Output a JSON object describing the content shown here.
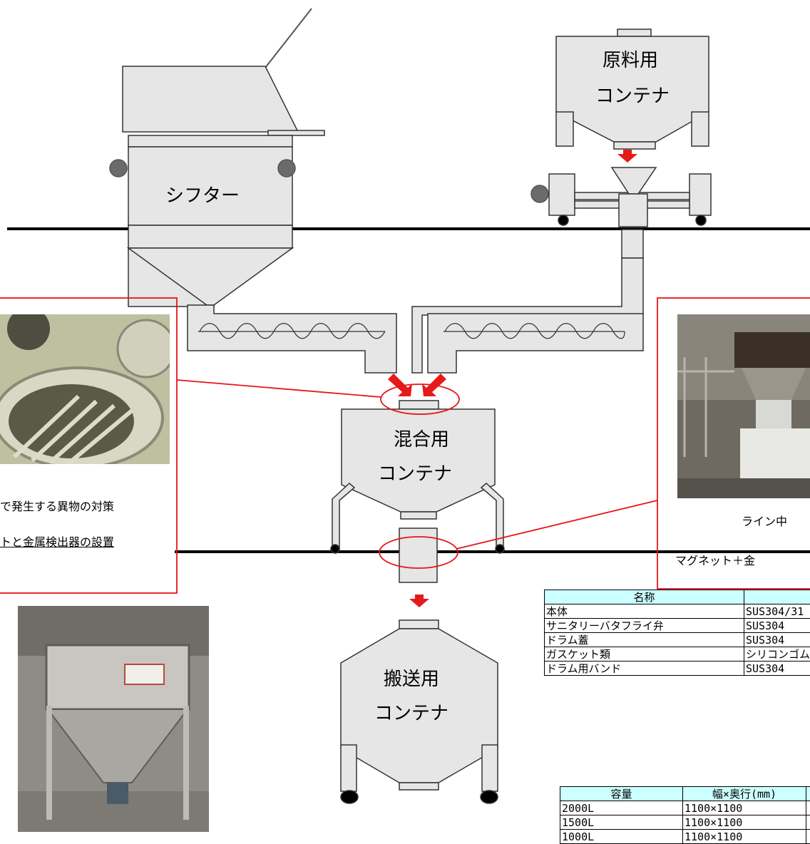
{
  "labels": {
    "sifter": "シフター",
    "raw_container": [
      "原料用",
      "コンテナ"
    ],
    "mix_container": [
      "混合用",
      "コンテナ"
    ],
    "transport_container": [
      "搬送用",
      "コンテナ"
    ]
  },
  "callout_left": {
    "caption_1": "で発生する異物の対策",
    "caption_2": "トと金属検出器の設置"
  },
  "callout_right": {
    "caption_1": "ライン中",
    "caption_2": "マグネット＋金"
  },
  "material_table": {
    "headers": [
      "名称",
      ""
    ],
    "rows": [
      [
        "本体",
        "SUS304/31"
      ],
      [
        "サニタリーバタフライ弁",
        "SUS304"
      ],
      [
        "ドラム蓋",
        "SUS304"
      ],
      [
        "ガスケット類",
        "シリコンゴム"
      ],
      [
        "ドラム用バンド",
        "SUS304"
      ]
    ]
  },
  "size_table": {
    "headers": [
      "容量",
      "幅×奥行(mm)",
      ""
    ],
    "rows": [
      [
        "2000L",
        "1100×1100",
        ""
      ],
      [
        "1500L",
        "1100×1100",
        ""
      ],
      [
        "1000L",
        "1100×1100",
        ""
      ]
    ]
  },
  "colors": {
    "equipment_fill": "#e6e6e6",
    "outline": "#333333",
    "floor_line": "#000000",
    "callout_red": "#e8141c",
    "arrow_red": "#e51a1a",
    "knob_gray": "#6b6b6b",
    "table_header": "#ccffff"
  }
}
